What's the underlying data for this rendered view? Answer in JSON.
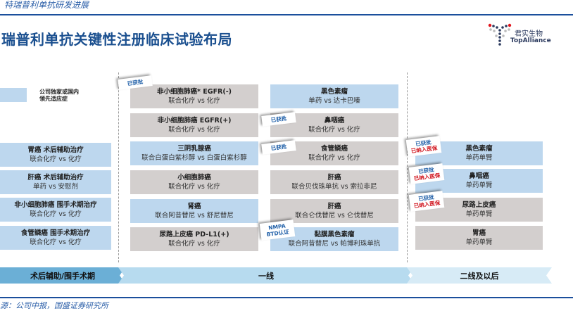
{
  "header": "特瑞普利单抗研发进展",
  "title": "瑞普利单抗关键性注册临床试验布局",
  "logo": {
    "cn": "君实生物",
    "en": "TopAlliance"
  },
  "legend": "公司独家或国内领先适应症",
  "col1": [
    {
      "t": "胃癌 术后辅助治疗",
      "s": "联合化疗 vs 化疗"
    },
    {
      "t": "肝癌 术后辅助治疗",
      "s": "单药 vs 安慰剂"
    },
    {
      "t": "非小细胞肺癌 围手术期治疗",
      "s": "联合化疗 vs 化疗"
    },
    {
      "t": "食管鳞癌 围手术期治疗",
      "s": "联合化疗 vs 化疗"
    }
  ],
  "col2": [
    {
      "t": "非小细胞肺癌* EGFR(-)",
      "s": "联合化疗 vs 化疗"
    },
    {
      "t": "非小细胞肺癌 EGFR(+)",
      "s": "联合化疗 vs 化疗"
    },
    {
      "t": "三阴乳腺癌",
      "s": "联合白蛋白紫杉醇 vs 白蛋白紫杉醇"
    },
    {
      "t": "小细胞肺癌",
      "s": "联合化疗 vs 化疗"
    },
    {
      "t": "肾癌",
      "s": "联合阿昔替尼 vs 舒尼替尼"
    },
    {
      "t": "尿路上皮癌 PD-L1(+)",
      "s": "联合化疗 vs 化疗"
    }
  ],
  "col3": [
    {
      "t": "黑色素瘤",
      "s": "单药 vs 达卡巴嗪"
    },
    {
      "t": "鼻咽癌",
      "s": "联合化疗 vs 化疗"
    },
    {
      "t": "食管鳞癌",
      "s": "联合化疗 vs 化疗"
    },
    {
      "t": "肝癌",
      "s": "联合贝伐珠单抗 vs 索拉非尼"
    },
    {
      "t": "肝癌",
      "s": "联合仑伐替尼 vs 仑伐替尼"
    },
    {
      "t": "黏膜黑色素瘤",
      "s": "联合阿昔替尼 vs 帕博利珠单抗"
    }
  ],
  "col4": [
    {
      "t": "黑色素瘤",
      "s": "单药单臂"
    },
    {
      "t": "鼻咽癌",
      "s": "单药单臂"
    },
    {
      "t": "尿路上皮癌",
      "s": "单药单臂"
    },
    {
      "t": "胃癌",
      "s": "单药单臂"
    }
  ],
  "tags": {
    "approved": "已获批",
    "insured": "已纳入医保",
    "nmpa1": "NMPA",
    "nmpa2": "BTD认证"
  },
  "phases": [
    "术后辅助/围手术期",
    "一线",
    "二线及以后"
  ],
  "source": "源：公司中报，国盛证券研究所"
}
